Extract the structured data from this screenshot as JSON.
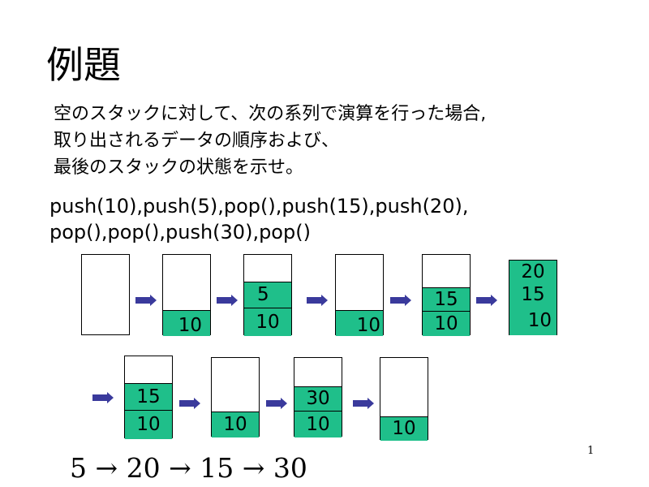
{
  "title": "例題",
  "instruction": [
    "空のスタックに対して、次の系列で演算を行った場合,",
    "取り出されるデータの順序および、",
    "最後のスタックの状態を示せ。"
  ],
  "operations": [
    "push(10),push(5),pop(),push(15),push(20),",
    "pop(),pop(),push(30),pop()"
  ],
  "stack_values": {
    "s2": [
      "10"
    ],
    "s3": [
      "5",
      "10"
    ],
    "s4": [
      "10"
    ],
    "s5": [
      "15",
      "10"
    ],
    "s6": [
      "20",
      "15",
      "10"
    ],
    "s7": [
      "15",
      "10"
    ],
    "s8": [
      "10"
    ],
    "s9": [
      "30",
      "10"
    ],
    "s10": [
      "10"
    ]
  },
  "answer": "5 → 20 → 15 → 30",
  "page_number": "1",
  "colors": {
    "stack_fill": "#1fbf8a",
    "arrow": "#3a3a9c"
  }
}
